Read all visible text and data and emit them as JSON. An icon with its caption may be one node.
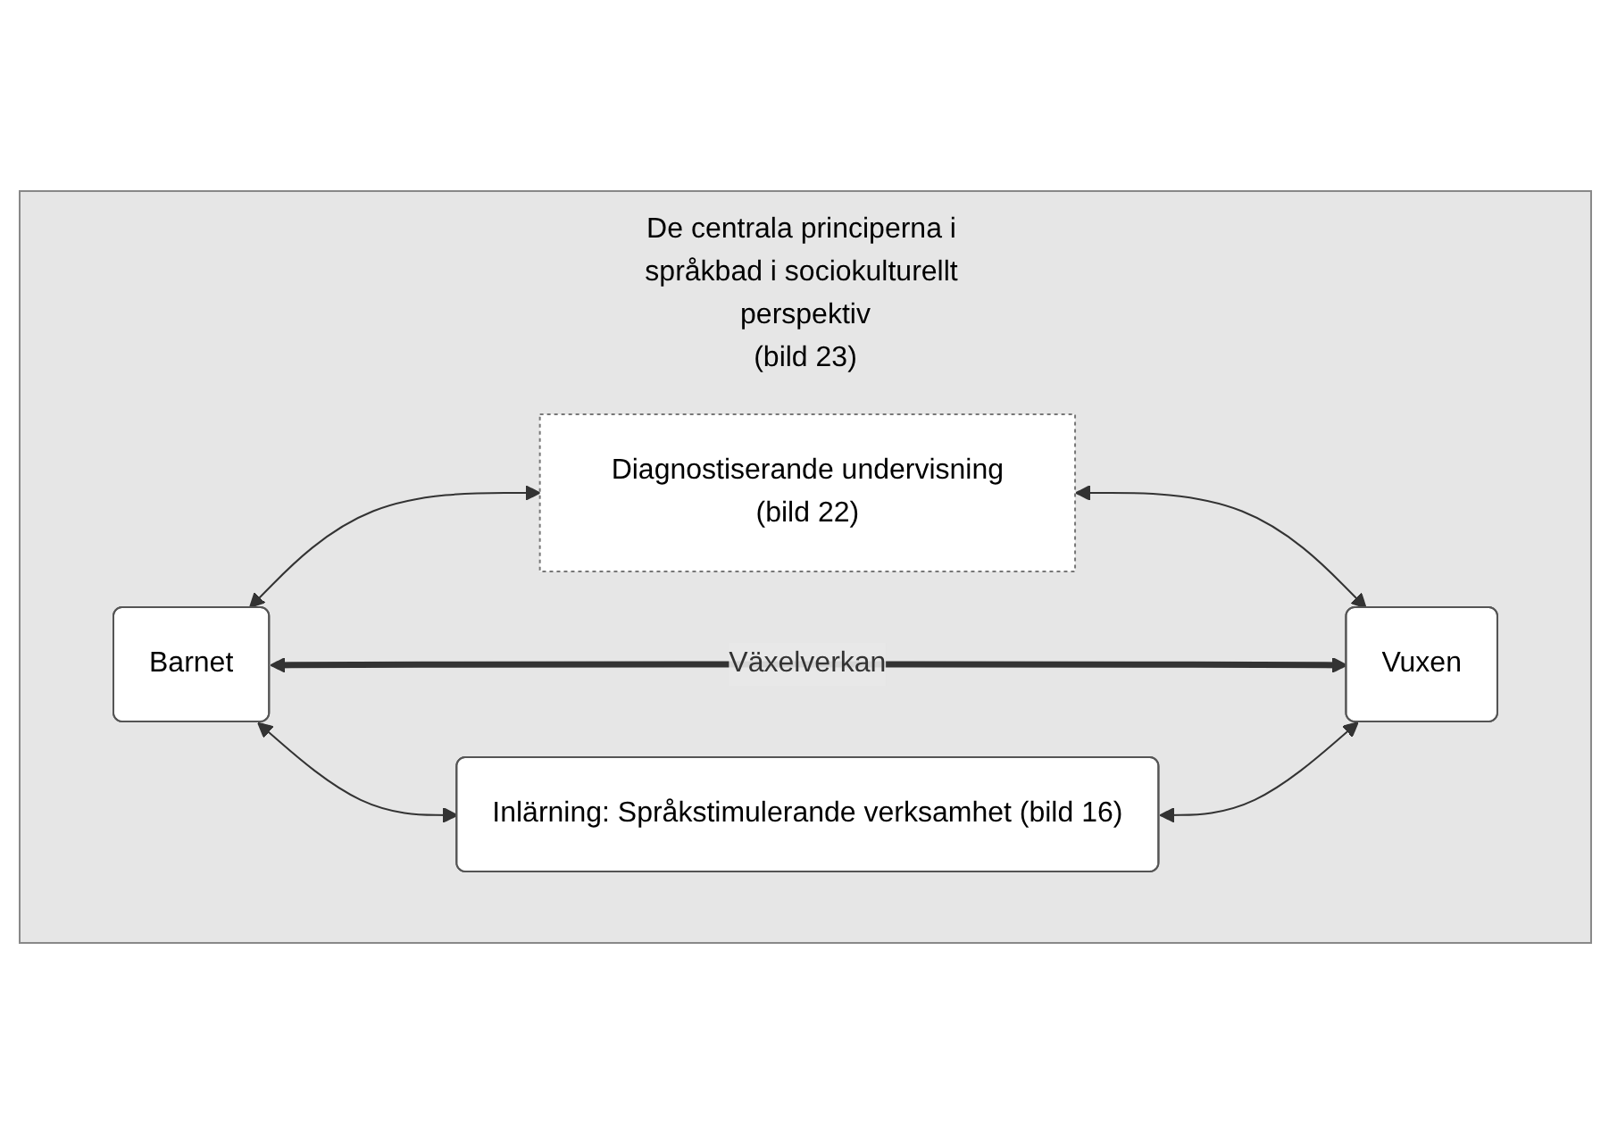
{
  "diagram": {
    "nodes": [
      {
        "text": [
          "De centrala principerna i språkbad i sociokulturellt perspektiv",
          "(bild 23)"
        ]
      },
      {
        "text": [
          "Diagnostiserande undervisning",
          "(bild 22)"
        ],
        "in": 0
      },
      {
        "text": [
          "Barnet"
        ],
        "in": 0
      },
      {
        "text": [
          "Vuxen"
        ],
        "in": 0
      },
      {
        "text": [
          "Inlärning: Språkstimulerande verksamhet (bild 16)"
        ],
        "in": 0
      }
    ],
    "edges": [
      {
        "from": 2,
        "to": 1,
        "arrow": "both"
      },
      {
        "from": 1,
        "to": 3,
        "arrow": "both"
      },
      {
        "from": 2,
        "to": 3,
        "arrow": "both",
        "label": "Växelverkan",
        "style": "thick"
      },
      {
        "from": 2,
        "to": 4,
        "arrow": "both"
      },
      {
        "from": 4,
        "to": 3,
        "arrow": "both"
      }
    ]
  }
}
